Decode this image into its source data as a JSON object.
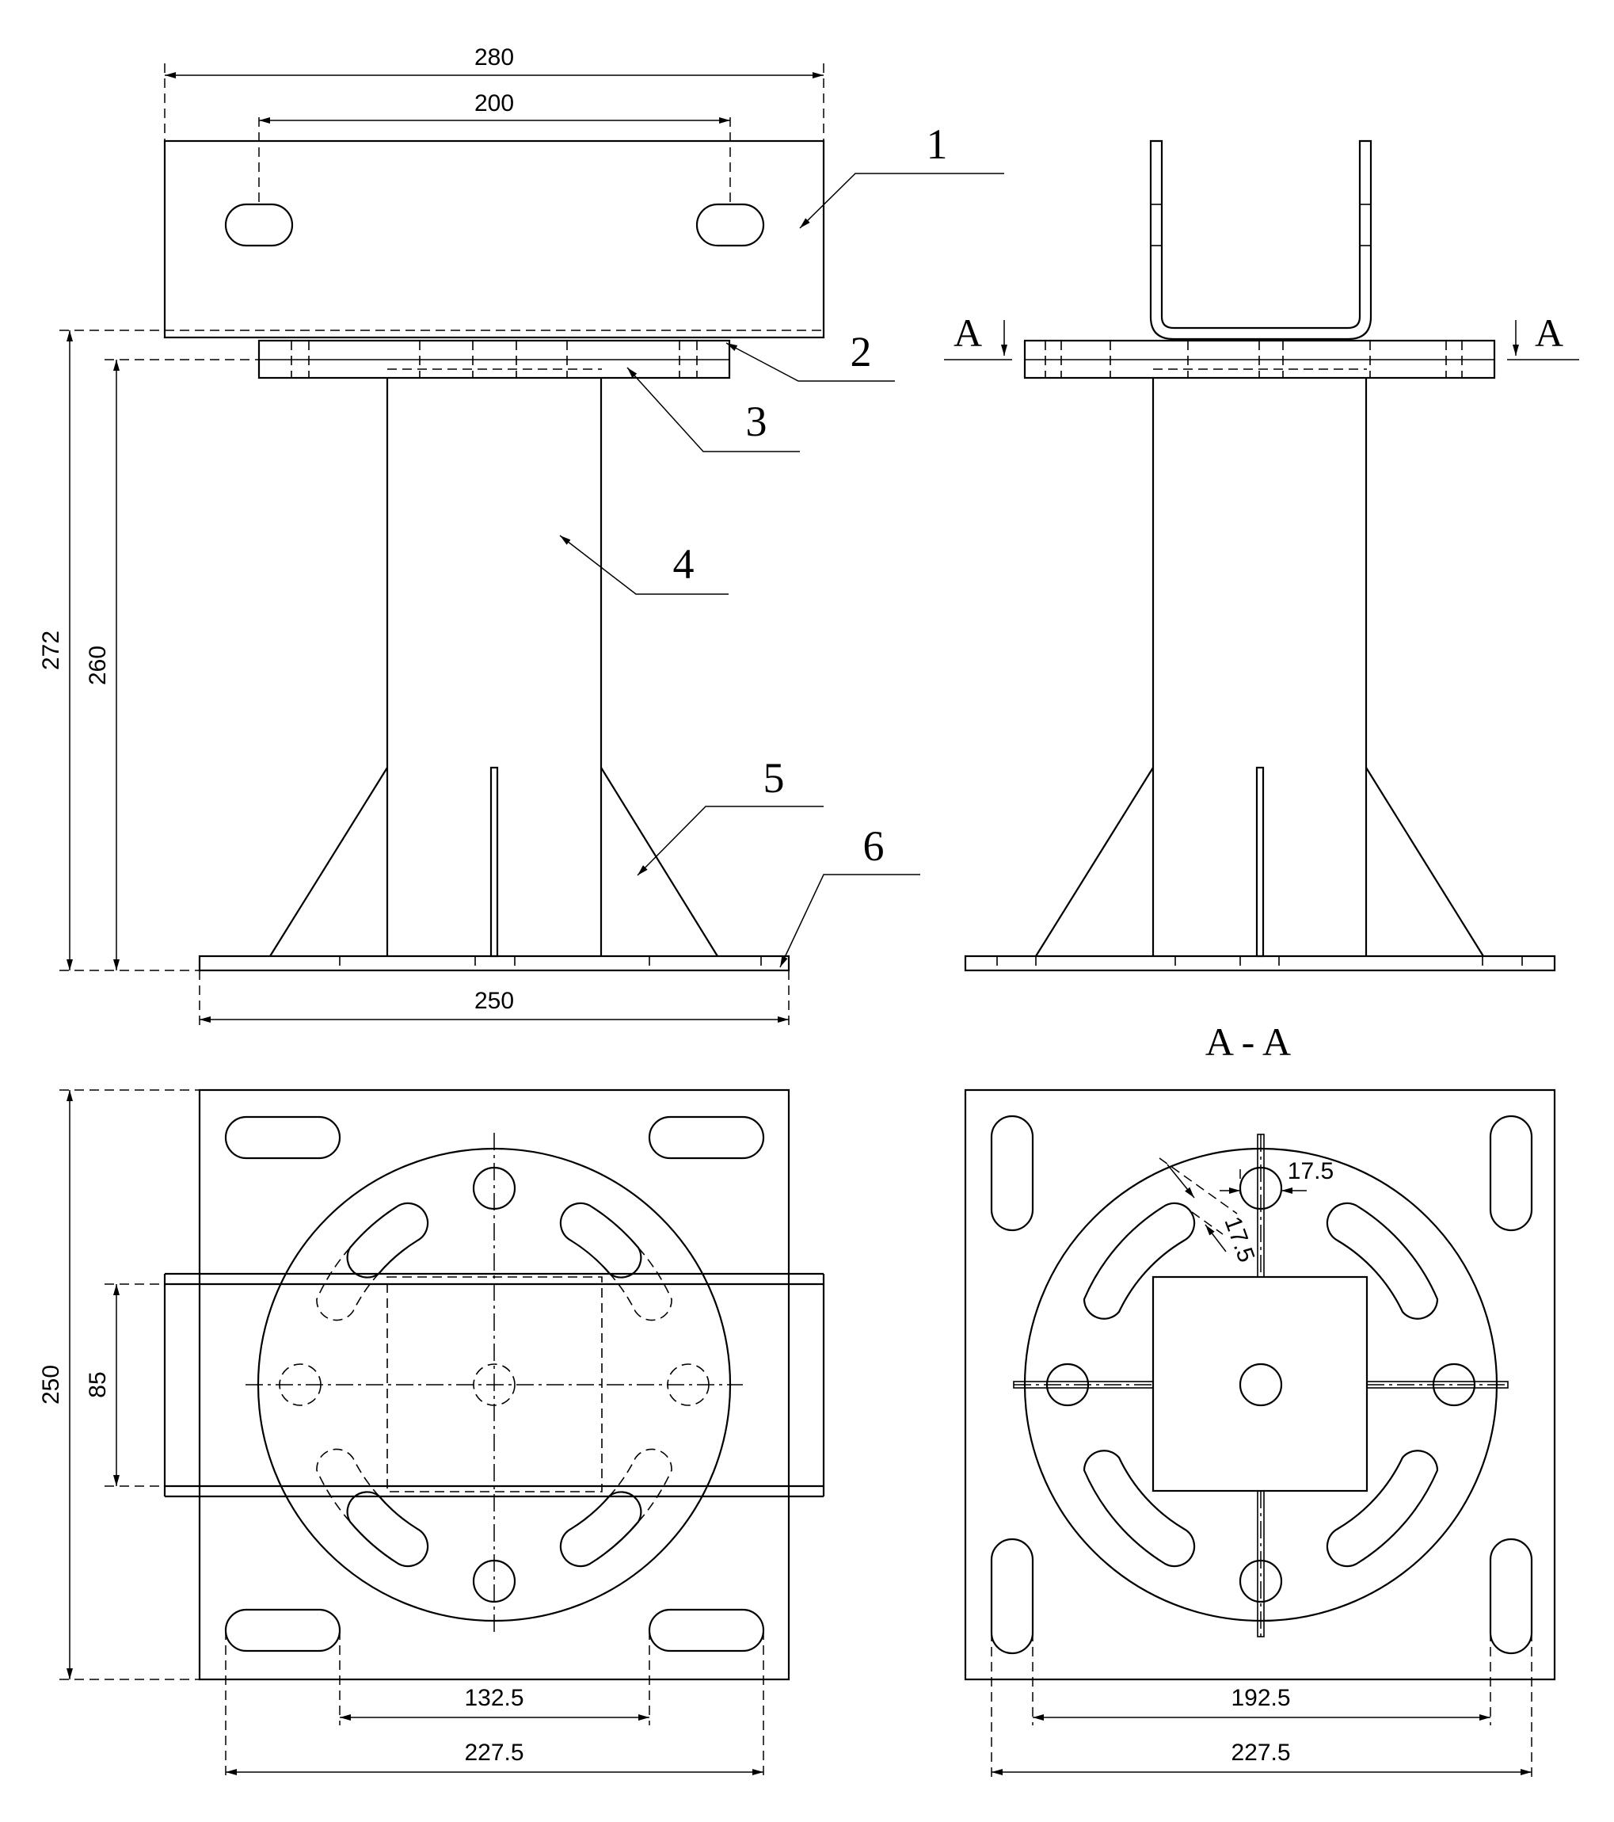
{
  "dimensions": {
    "front_width": "280",
    "slot_spacing": "200",
    "overall_height": "272",
    "post_height": "260",
    "base_width": "250",
    "plan_height": "250",
    "channel_width": "85",
    "plan_inner_spacing": "132.5",
    "plan_outer_spacing": "227.5",
    "section_inner_spacing": "192.5",
    "section_outer_spacing": "227.5",
    "hole_offset_x": "17.5",
    "hole_offset_diag": "17.5"
  },
  "part_labels": [
    "1",
    "2",
    "3",
    "4",
    "5",
    "6"
  ],
  "section": {
    "marker_left": "A",
    "marker_right": "A",
    "title": "A - A"
  }
}
